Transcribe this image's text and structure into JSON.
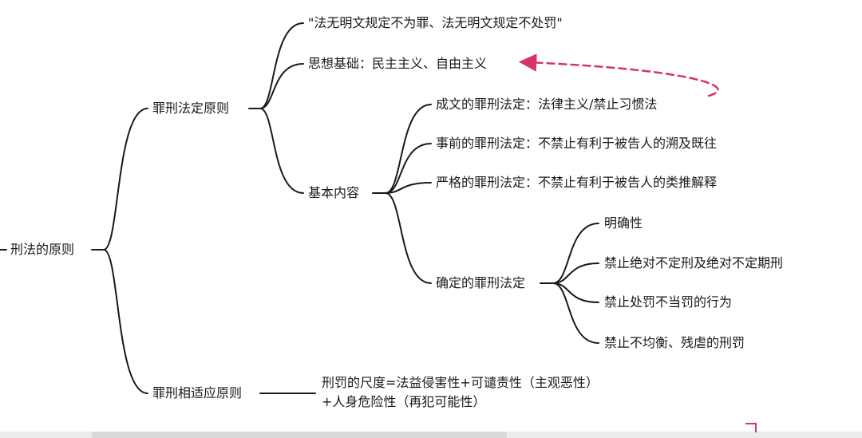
{
  "root": {
    "label": "刑法的原则"
  },
  "branches": {
    "legality": {
      "label": "罪刑法定原则",
      "slogan": "\"法无明文规定不为罪、法无明文规定不处罚\"",
      "foundation": "思想基础：民主主义、自由主义",
      "content": {
        "label": "基本内容",
        "items": [
          "成文的罪刑法定：法律主义/禁止习惯法",
          "事前的罪刑法定：不禁止有利于被告人的溯及既往",
          "严格的罪刑法定：不禁止有利于被告人的类推解释"
        ],
        "definite": {
          "label": "确定的罪刑法定",
          "items": [
            "明确性",
            "禁止绝对不定刑及绝对不定期刑",
            "禁止处罚不当罚的行为",
            "禁止不均衡、残虐的刑罚"
          ]
        }
      }
    },
    "proportionality": {
      "label": "罪刑相适应原则",
      "detail": "刑罚的尺度=法益侵害性+可谴责性（主观恶性）+人身危险性（再犯可能性）"
    }
  },
  "colors": {
    "line": "#1a1a1a",
    "annotation": "#d6336c"
  }
}
